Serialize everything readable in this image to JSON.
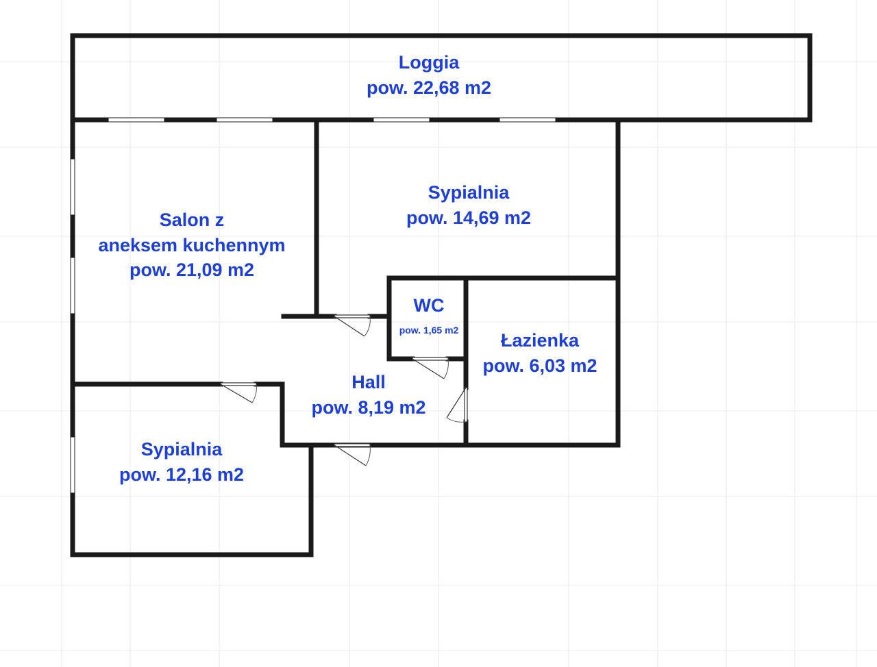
{
  "rooms": {
    "loggia": {
      "name": "Loggia",
      "area": "pow. 22,68 m2"
    },
    "salon": {
      "name_line1": "Salon z",
      "name_line2": "aneksem kuchennym",
      "area": "pow. 21,09 m2"
    },
    "sypialnia_top": {
      "name": "Sypialnia",
      "area": "pow. 14,69 m2"
    },
    "wc": {
      "name": "WC",
      "area": "pow. 1,65 m2"
    },
    "lazienka": {
      "name": "Łazienka",
      "area": "pow. 6,03 m2"
    },
    "hall": {
      "name": "Hall",
      "area": "pow. 8,19 m2"
    },
    "sypialnia_bottom": {
      "name": "Sypialnia",
      "area": "pow. 12,16 m2"
    }
  },
  "colors": {
    "label": "#1d3fd6",
    "wall": "#1a1a1a",
    "grid": "#e9e9e9"
  }
}
